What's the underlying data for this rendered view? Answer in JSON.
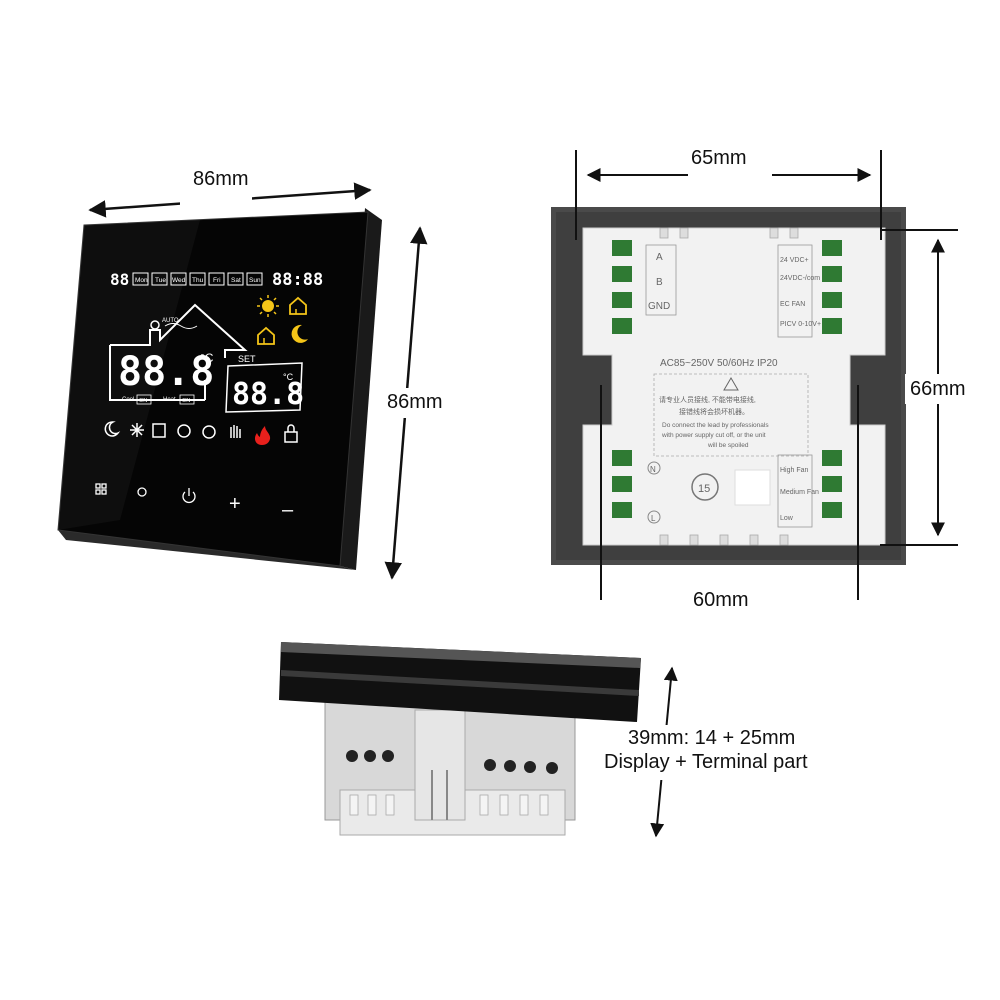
{
  "dimensions": {
    "front_width": "86mm",
    "front_height": "86mm",
    "back_width_top": "65mm",
    "back_height": "66mm",
    "back_width_bottom": "60mm",
    "depth_line1": "39mm: 14 + 25mm",
    "depth_line2": "Display + Terminal part"
  },
  "display": {
    "small_top_left": "88",
    "days": [
      "Mon",
      "Tue",
      "Wed",
      "Thu",
      "Fri",
      "Sat",
      "Sun"
    ],
    "clock": "88:88",
    "auto_label": "AUTO",
    "main_temp": "88.8",
    "unit": "°C",
    "set_label": "SET",
    "set_temp": "88.8",
    "cool_label": "Cool",
    "heat_label": "Heat",
    "on_label": "ON"
  },
  "terminals": {
    "left_labels": [
      "A",
      "B",
      "GND"
    ],
    "right_top_labels": [
      "24 VDC+",
      "24VDC-/com",
      "EC FAN",
      "PICV 0-10V+"
    ],
    "right_bottom_labels": [
      "High Fan",
      "Medium Fan",
      "Low"
    ],
    "power_spec": "AC85~250V  50/60Hz  IP20",
    "warning_cn_1": "请专业人员接线, 不能带电接线,",
    "warning_cn_2": "接错线将会损坏机器。",
    "warning_en_1": "Do connect the lead by professionals",
    "warning_en_2": "with power supply cut off, or the unit",
    "warning_en_3": "will be spoiled",
    "badge": "15",
    "n_label": "N",
    "l_label": "L"
  },
  "colors": {
    "sun": "#f5c518",
    "flame": "#e8201c",
    "panel": "#0a0a0a",
    "backplate": "#f2f2f2"
  }
}
